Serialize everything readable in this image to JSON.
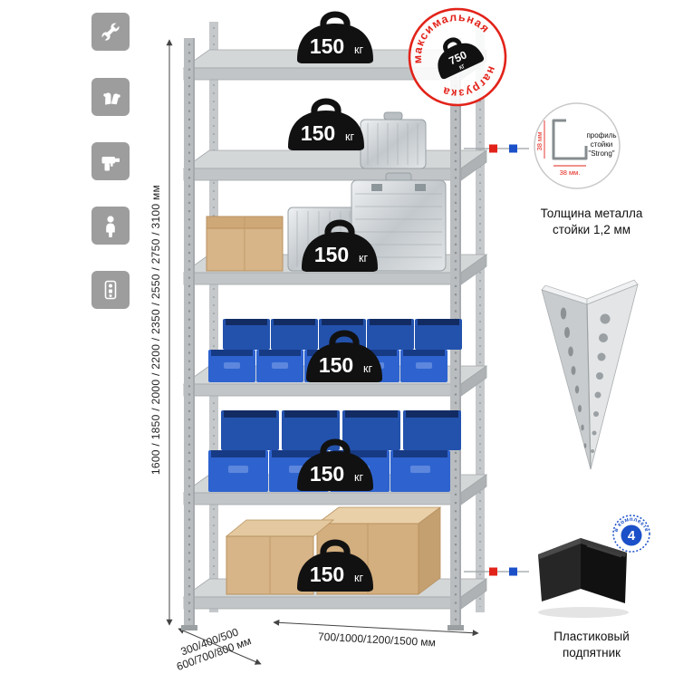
{
  "sidebar": {
    "icons": [
      {
        "name": "wrench"
      },
      {
        "name": "gloves"
      },
      {
        "name": "drill"
      },
      {
        "name": "person"
      },
      {
        "name": "fasteners"
      }
    ]
  },
  "rack": {
    "shelves": [
      {
        "load_value": "150",
        "load_unit": "кг"
      },
      {
        "load_value": "150",
        "load_unit": "кг"
      },
      {
        "load_value": "150",
        "load_unit": "кг"
      },
      {
        "load_value": "150",
        "load_unit": "кг"
      },
      {
        "load_value": "150",
        "load_unit": "кг"
      },
      {
        "load_value": "150",
        "load_unit": "кг"
      }
    ],
    "max_load_stamp": {
      "arc_top": "максимальная",
      "arc_bottom": "нагрузка",
      "value": "750",
      "unit": "кг"
    }
  },
  "dimensions": {
    "height": "1600 / 1850 / 2000 / 2200 / 2350 / 2550 / 2750 / 3100 мм",
    "depth_line1": "300/400/500",
    "depth_line2": "600/700/800 мм",
    "width": "700/1000/1200/1500 мм"
  },
  "profile_detail": {
    "label_line1": "профиль",
    "label_line2": "стойки",
    "label_line3": "\"Strong\"",
    "dim_vertical": "38 мм",
    "dim_horizontal": "38 мм.",
    "caption_line1": "Толщина металла",
    "caption_line2": "стойки 1,2 мм"
  },
  "foot_detail": {
    "badge_value": "4",
    "badge_ring_text": "в комплекте",
    "caption_line1": "Пластиковый",
    "caption_line2": "подпятник"
  },
  "colors": {
    "accent_red": "#e2231a",
    "accent_blue": "#1b50c8",
    "rack_gray": "#c6c9ca",
    "bin_blue": "#2e63cf",
    "cardboard": "#d7b588"
  }
}
